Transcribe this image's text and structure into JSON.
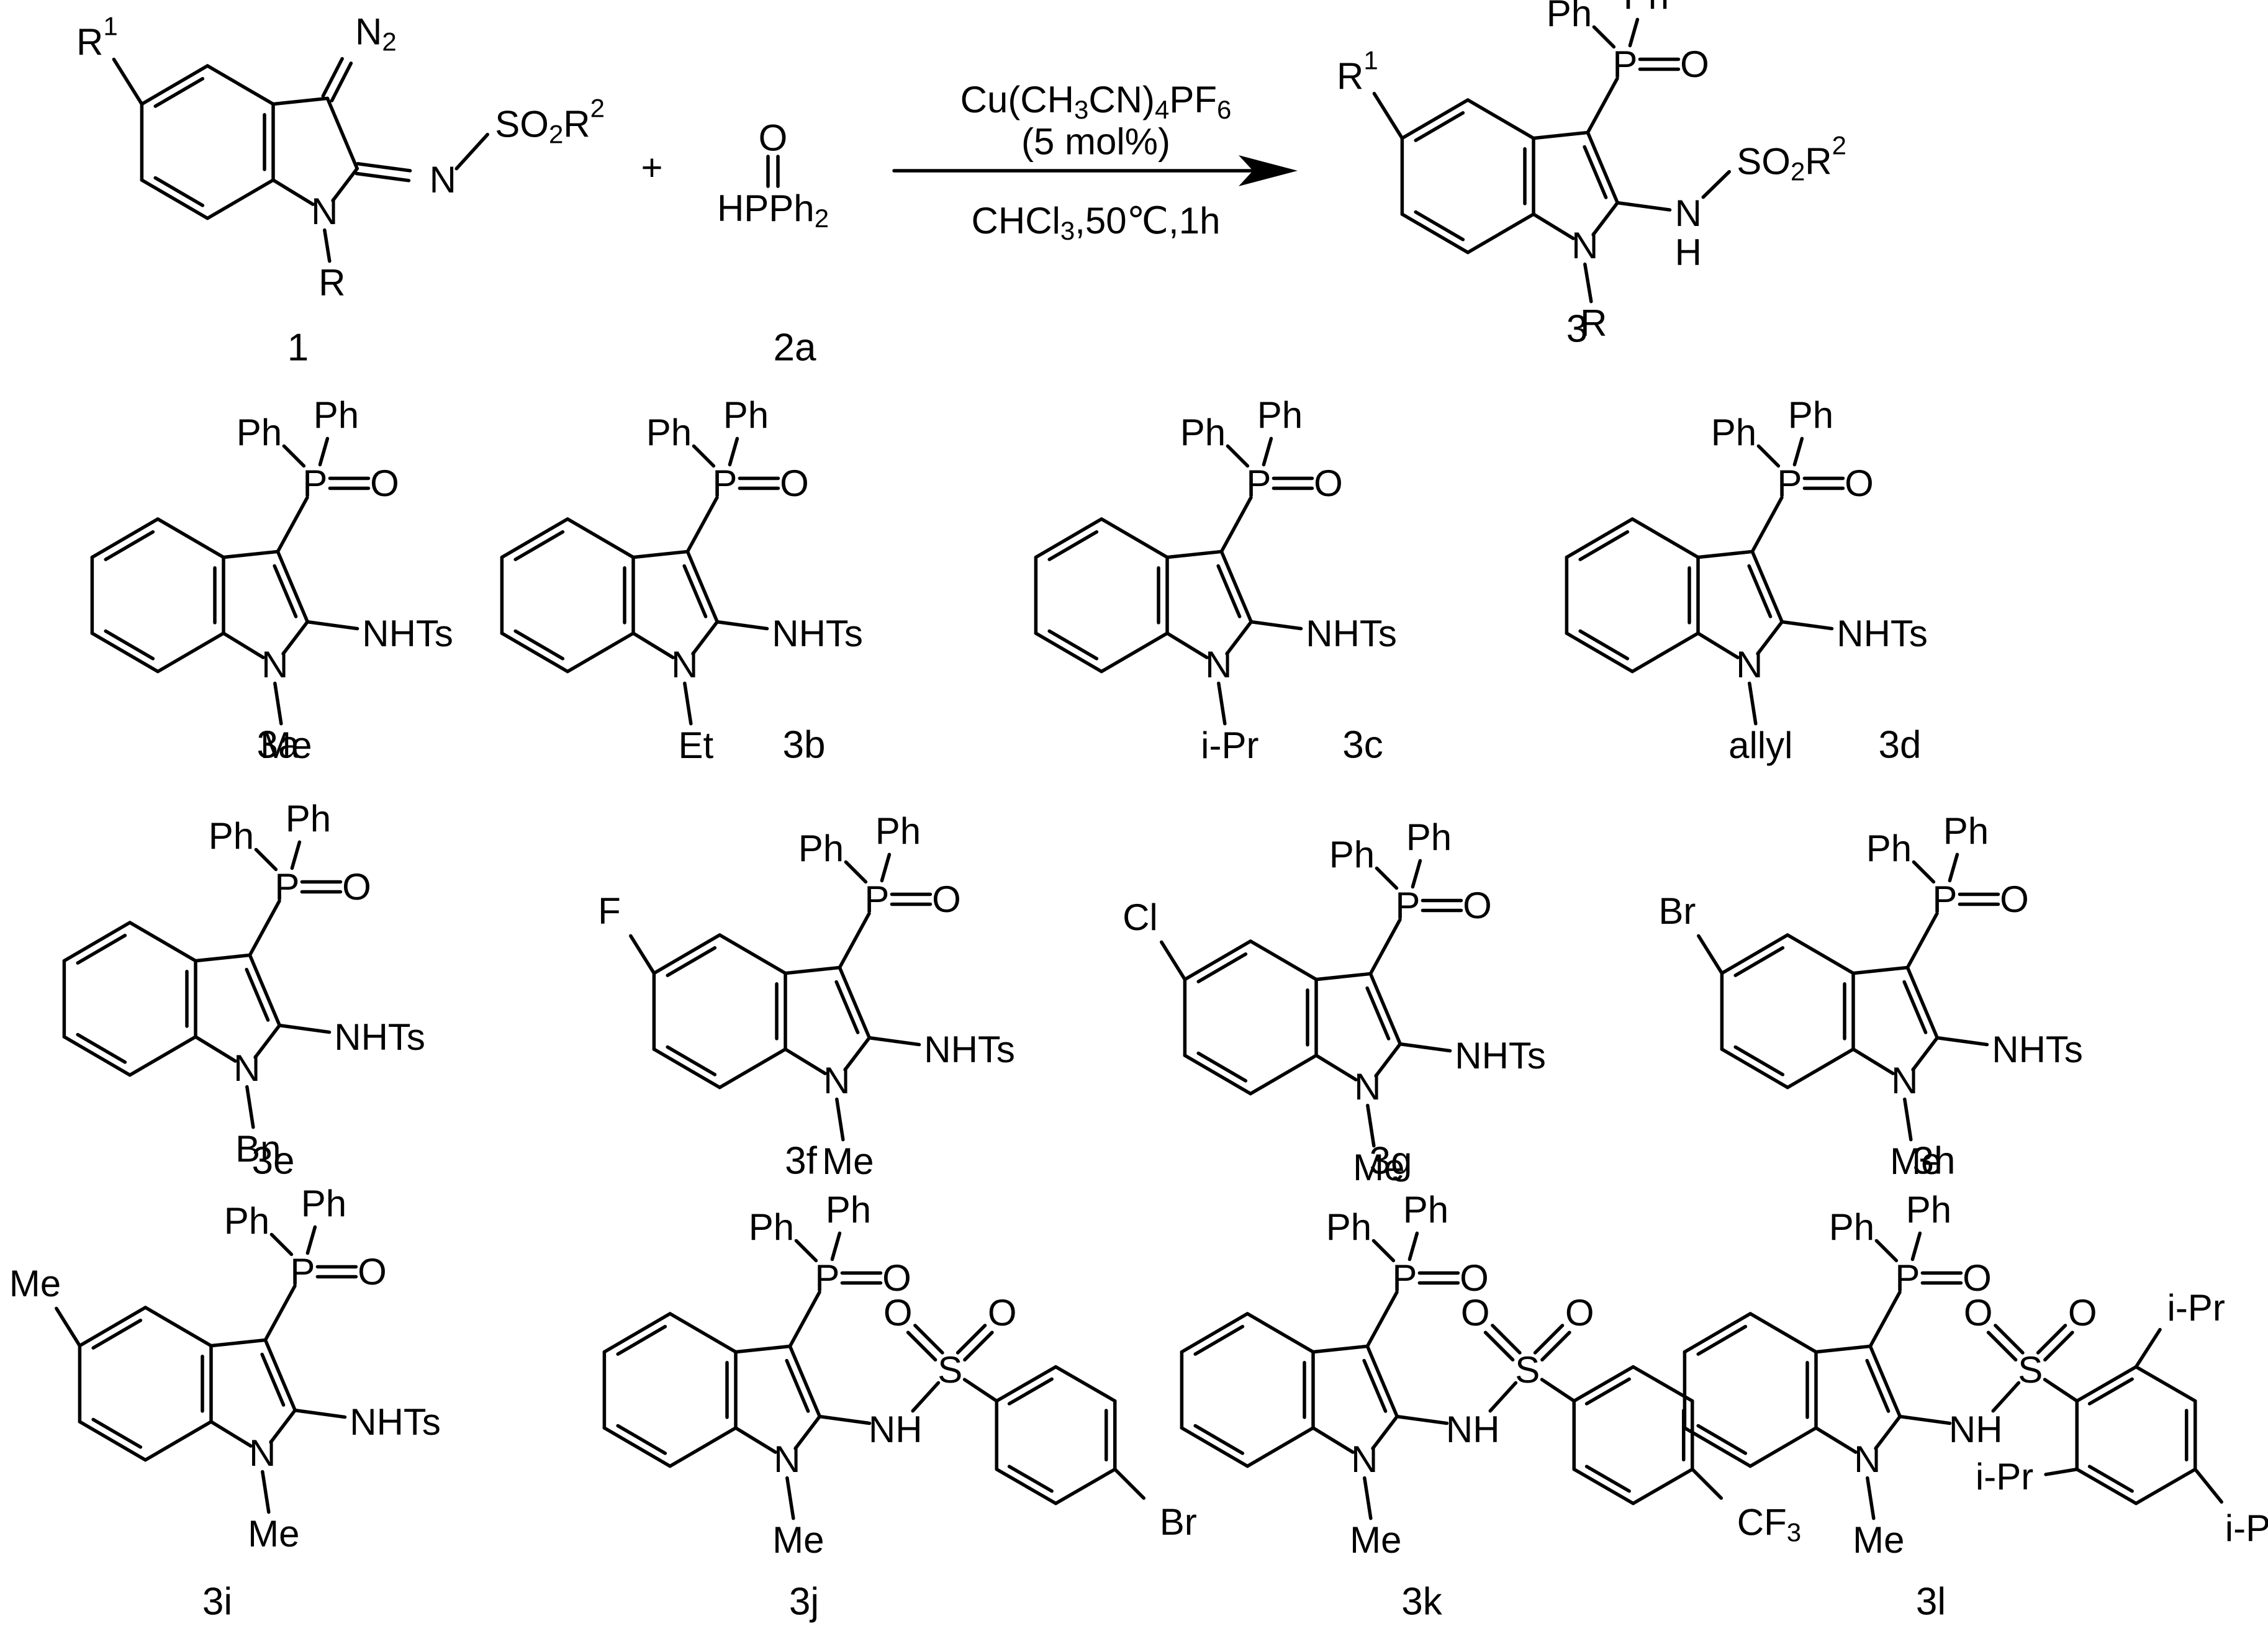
{
  "reaction": {
    "reagent_line1": "Cu(CH3CN)4PF6",
    "reagent_line2": "(5 mol%)",
    "conditions": "CHCl3,50℃,1h",
    "plus": "+",
    "reactant1": {
      "id": "1",
      "labels": {
        "r1": "R1",
        "n2": "N2",
        "so2r2": "SO2R2",
        "n": "N",
        "r": "R",
        "imine_n": "N"
      }
    },
    "reactant2": {
      "id": "2a",
      "labels": {
        "o": "O",
        "formula": "HPPh2"
      }
    },
    "product": {
      "id": "3",
      "labels": {
        "r1": "R1",
        "ph1": "Ph",
        "ph2": "Ph",
        "p": "P",
        "o": "O",
        "nh": "N",
        "h": "H",
        "so2r2": "SO2R2",
        "n": "N",
        "r": "R"
      }
    }
  },
  "compounds": [
    {
      "id": "3a",
      "n_sub": "Me",
      "r1": "",
      "sulfonyl": "NHTs"
    },
    {
      "id": "3b",
      "n_sub": "Et",
      "r1": "",
      "sulfonyl": "NHTs"
    },
    {
      "id": "3c",
      "n_sub": "i-Pr",
      "r1": "",
      "sulfonyl": "NHTs"
    },
    {
      "id": "3d",
      "n_sub": "allyl",
      "r1": "",
      "sulfonyl": "NHTs"
    },
    {
      "id": "3e",
      "n_sub": "Bn",
      "r1": "",
      "sulfonyl": "NHTs"
    },
    {
      "id": "3f",
      "n_sub": "Me",
      "r1": "F",
      "sulfonyl": "NHTs"
    },
    {
      "id": "3g",
      "n_sub": "Me",
      "r1": "Cl",
      "sulfonyl": "NHTs"
    },
    {
      "id": "3h",
      "n_sub": "Me",
      "r1": "Br",
      "sulfonyl": "NHTs"
    },
    {
      "id": "3i",
      "n_sub": "Me",
      "r1": "Me",
      "sulfonyl": "NHTs"
    },
    {
      "id": "3j",
      "n_sub": "Me",
      "r1": "",
      "sulfonyl": "aryl",
      "aryl_para": "Br"
    },
    {
      "id": "3k",
      "n_sub": "Me",
      "r1": "",
      "sulfonyl": "aryl",
      "aryl_para": "CF3"
    },
    {
      "id": "3l",
      "n_sub": "Me",
      "r1": "",
      "sulfonyl": "trip",
      "aryl_groups": [
        "i-Pr",
        "i-Pr",
        "i-Pr"
      ]
    }
  ],
  "common_labels": {
    "ph": "Ph",
    "p": "P",
    "o": "O",
    "n": "N",
    "s": "S",
    "nh": "NH"
  }
}
